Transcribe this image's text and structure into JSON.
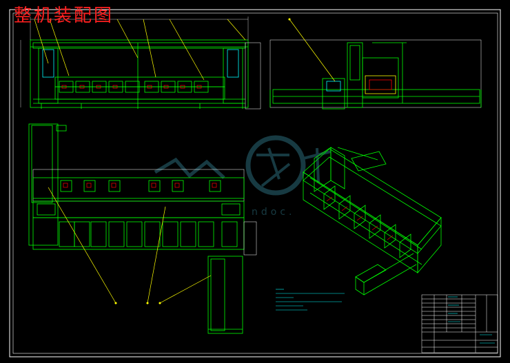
{
  "title": "整机装配图",
  "notes_text": [
    "技术要求",
    "...",
    "...",
    "..."
  ],
  "title_block": {
    "company": "...",
    "drawing_name": "...",
    "table_rows": 10
  },
  "colors": {
    "background": "#000000",
    "frame": "#ffffff",
    "outline": "#00ff00",
    "leader": "#ffff00",
    "accent": "#00ffff",
    "detail_red": "#ff0000",
    "title_red": "#ff2020",
    "watermark": "#2b6b78"
  },
  "watermark": {
    "text": "ndoc",
    "shape": "stylized person and wenku logo"
  }
}
